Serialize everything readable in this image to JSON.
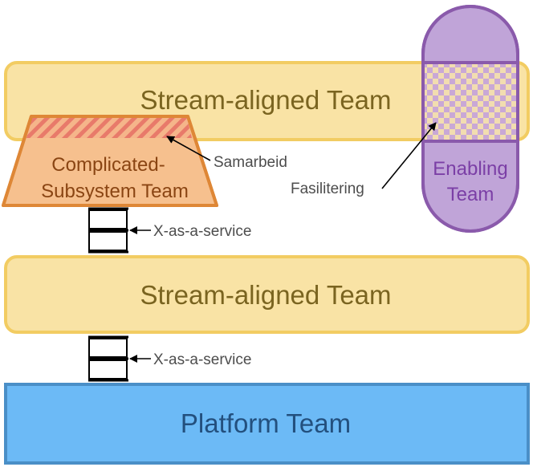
{
  "teams": {
    "stream_top": {
      "label": "Stream-aligned Team"
    },
    "complicated": {
      "line1": "Complicated-",
      "line2": "Subsystem Team"
    },
    "enabling": {
      "line1": "Enabling",
      "line2": "Team"
    },
    "stream_mid": {
      "label": "Stream-aligned Team"
    },
    "platform": {
      "label": "Platform Team"
    }
  },
  "interactions": {
    "collaboration": "Samarbeid",
    "facilitating": "Fasilitering",
    "xaas_upper": "X-as-a-service",
    "xaas_lower": "X-as-a-service"
  },
  "colors": {
    "stream_fill": "#f9e3a5",
    "stream_stroke": "#f2cc62",
    "stream_text": "#7a6420",
    "complicated_fill": "#f6c08e",
    "complicated_stroke": "#de8736",
    "complicated_text": "#8a4513",
    "collab_stripe": "#e87a6a",
    "enabling_fill": "#c0a4d8",
    "enabling_stroke": "#8a5aab",
    "enabling_text": "#7b3fa6",
    "platform_fill": "#6cbaf6",
    "platform_stroke": "#4a8fc7",
    "platform_text": "#23507e"
  }
}
